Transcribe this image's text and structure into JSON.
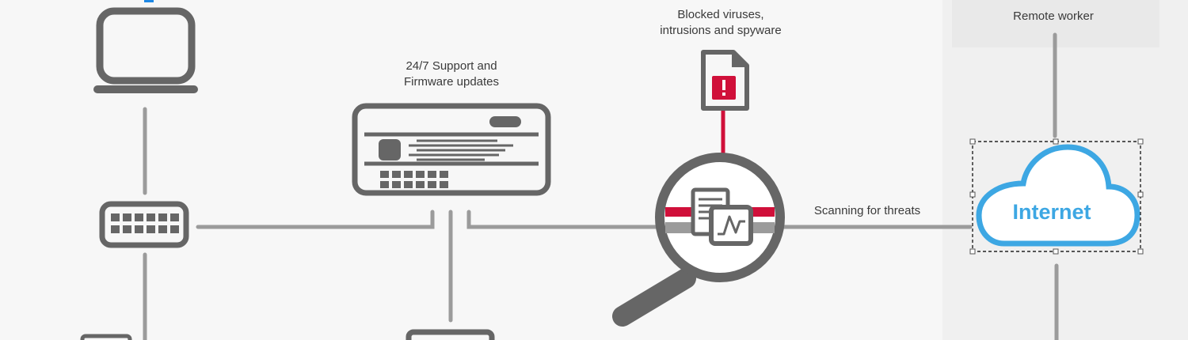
{
  "labels": {
    "support": "24/7 Support and\nFirmware updates",
    "blocked": "Blocked viruses,\nintrusions and spyware",
    "scanning": "Scanning for threats",
    "remote_worker": "Remote worker",
    "internet": "Internet"
  },
  "colors": {
    "background": "#f7f7f7",
    "panel": "#f0f0f0",
    "device_gray": "#666666",
    "line_gray": "#9b9b9b",
    "threat_red": "#d0103a",
    "cloud_blue": "#3da7e3",
    "accent_blue": "#1e88e5"
  },
  "icons": [
    "laptop-icon",
    "network-switch-icon",
    "firewall-appliance-icon",
    "threat-file-icon",
    "magnifier-scan-icon",
    "internet-cloud-icon"
  ]
}
